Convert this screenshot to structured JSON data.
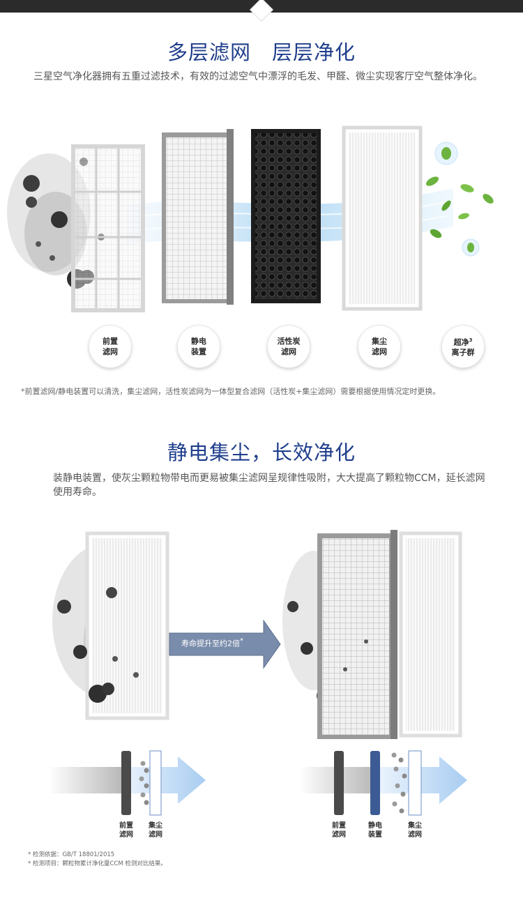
{
  "section1": {
    "title": "多层滤网　层层净化",
    "paragraph": "三星空气净化器拥有五重过滤技术，有效的过滤空气中漂浮的毛发、甲醛、微尘实现客厅空气整体净化。",
    "badges": [
      {
        "line1": "前置",
        "line2": "滤网"
      },
      {
        "line1": "静电",
        "line2": "装置"
      },
      {
        "line1": "活性炭",
        "line2": "滤网"
      },
      {
        "line1": "集尘",
        "line2": "滤网"
      },
      {
        "line1": "超净",
        "sup": "3",
        "line2": "离子群"
      }
    ],
    "note": "*前置滤网/静电装置可以清洗，集尘滤网，活性炭滤网为一体型复合滤网（活性炭+集尘滤网）需要根据使用情况定时更换。"
  },
  "section2": {
    "title": "静电集尘，长效净化",
    "paragraph": "装静电装置，使灰尘颗粒物带电而更易被集尘滤网呈规律性吸附，大大提高了颗粒物CCM，延长滤网使用寿命。",
    "arrow_label": "寿命提升至约2倍",
    "arrow_mark": "*",
    "left_captions": [
      {
        "line1": "前置",
        "line2": "滤网"
      },
      {
        "line1": "集尘",
        "line2": "滤网"
      }
    ],
    "right_captions": [
      {
        "line1": "前置",
        "line2": "滤网"
      },
      {
        "line1": "静电",
        "line2": "装置"
      },
      {
        "line1": "集尘",
        "line2": "滤网"
      }
    ],
    "footnotes": [
      "* 检测依据：GB/T 18801/2015",
      "* 检测项目：颗粒物累计净化量CCM 检测对比结果。"
    ]
  },
  "colors": {
    "title": "#1f3e8c",
    "electrode": "#3c5b94",
    "airflow": "#8fc6ee",
    "leaf": "#6db33f"
  }
}
